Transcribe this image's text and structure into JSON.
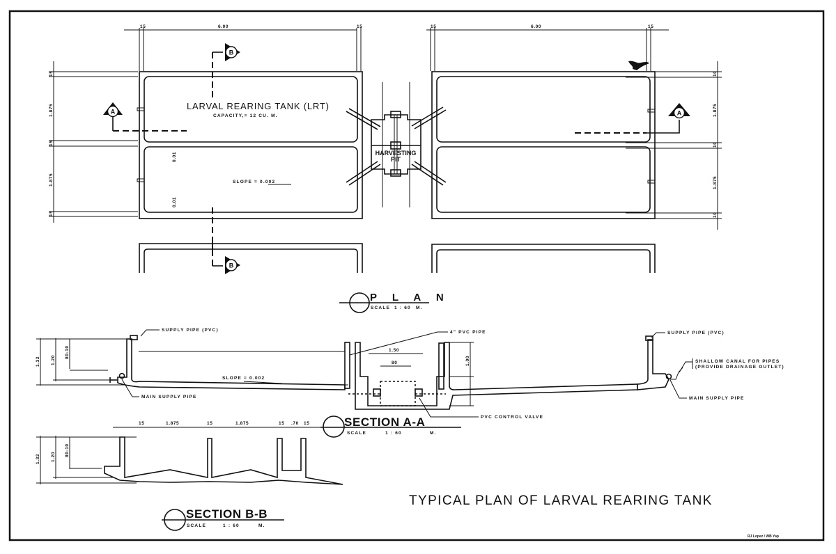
{
  "drawing": {
    "title": "TYPICAL PLAN OF LARVAL REARING TANK",
    "credit": "RJ Lopez / WB Yap",
    "colors": {
      "ink": "#111111",
      "paper": "#ffffff"
    }
  },
  "plan": {
    "title": "P L A N",
    "scale_label": "SCALE",
    "scale_value": "1 : 60",
    "scale_unit": "M.",
    "tank_label": "LARVAL REARING TANK (LRT)",
    "capacity_label": "CAPACITY,= 12 CU. M.",
    "slope_label": "SLOPE = 0.002",
    "slope_side_labels": [
      "0.01",
      "0.01"
    ],
    "pit_label_line1": "HARVESTING",
    "pit_label_line2": "PIT",
    "dims_top_left": [
      "15",
      "6.00",
      "15"
    ],
    "dims_top_right": [
      "15",
      "6.00",
      "15"
    ],
    "dims_left": [
      "15",
      "1.875",
      "15",
      "1.875",
      "15"
    ],
    "dims_right": [
      "10",
      "1.875",
      "10",
      "1.875",
      "10"
    ],
    "section_markers": [
      {
        "letter": "B",
        "position": "top"
      },
      {
        "letter": "B",
        "position": "bottom"
      },
      {
        "letter": "A",
        "position": "left"
      },
      {
        "letter": "A",
        "position": "right"
      }
    ]
  },
  "section_aa": {
    "title": "SECTION A-A",
    "scale_label": "SCALE",
    "scale_value": "1 : 60",
    "scale_unit": "M.",
    "annotations": {
      "supply_pipe_left": "SUPPLY PIPE (PVC)",
      "main_supply_left": "MAIN SUPPLY PIPE",
      "pvc_pipe": "4\" PVC PIPE",
      "control_valve": "PVC CONTROL VALVE",
      "supply_pipe_right": "SUPPLY PIPE (PVC)",
      "canal_line1": "SHALLOW CANAL FOR PIPES",
      "canal_line2": "(PROVIDE DRAINAGE OUTLET)",
      "main_supply_right": "MAIN SUPPLY PIPE",
      "slope": "SLOPE = 0.002"
    },
    "dims": {
      "overall": "1.32",
      "wall": "1.20",
      "water": "80-10",
      "pit_width": "1.50",
      "pit_inner": "80",
      "pit_depth": "1.00"
    }
  },
  "section_bb": {
    "title": "SECTION B-B",
    "scale_label": "SCALE",
    "scale_value": "1 : 60",
    "scale_unit": "M.",
    "dims_top": [
      "15",
      "1.875",
      "15",
      "1.875",
      "15",
      ".70",
      "15"
    ],
    "dims_left": {
      "overall": "1.32",
      "wall": "1.20",
      "water": "80-10"
    }
  }
}
